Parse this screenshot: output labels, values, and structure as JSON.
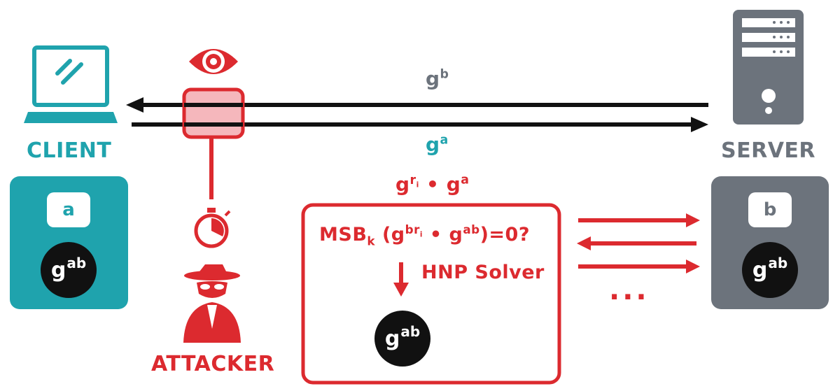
{
  "labels": {
    "client": "CLIENT",
    "server": "SERVER",
    "attacker": "ATTACKER"
  },
  "messages": {
    "server_to_client": {
      "base": "g",
      "exp": "b"
    },
    "client_to_server": {
      "base": "g",
      "exp": "a"
    },
    "attacker_msg": {
      "base1": "g",
      "exp1": "r",
      "sub1": "i",
      "dot": "•",
      "base2": "g",
      "exp2": "a"
    }
  },
  "client_card": {
    "key": "a",
    "secret_base": "g",
    "secret_exp": "ab"
  },
  "server_card": {
    "key": "b",
    "secret_base": "g",
    "secret_exp": "ab"
  },
  "oracle_box": {
    "msb_text": "MSB",
    "msb_sub": "k",
    "query_open": "(g",
    "query_exp1": "br",
    "query_exp1_sub": "i",
    "query_mid": "• g",
    "query_exp2": "ab",
    "query_close": ")=0?",
    "solver_label": "HNP Solver",
    "result_base": "g",
    "result_exp": "ab"
  },
  "ellipsis": "...",
  "icons": [
    "laptop-icon",
    "server-icon",
    "eye-icon",
    "stopwatch-icon",
    "spy-icon"
  ],
  "colors": {
    "teal": "#1fa3ad",
    "grey": "#6c737c",
    "red": "#dc2a2f",
    "black": "#111111"
  }
}
